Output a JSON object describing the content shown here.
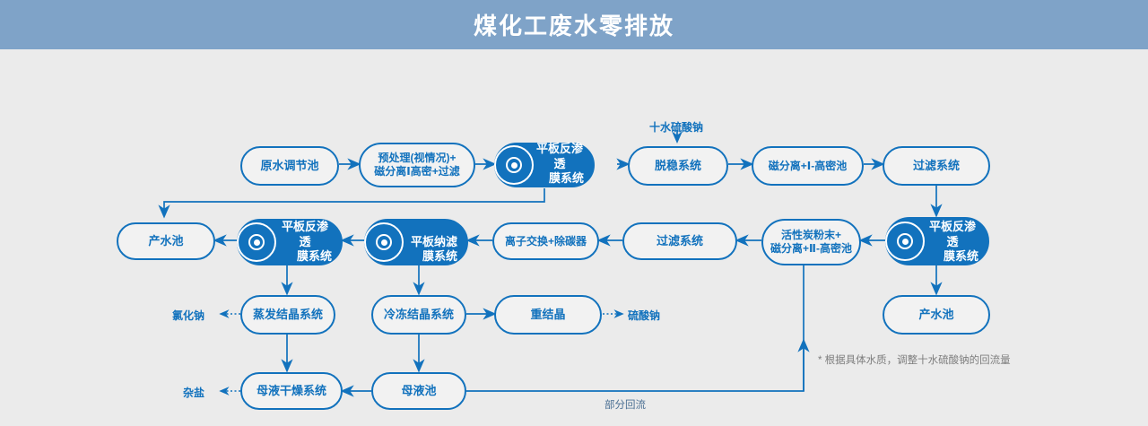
{
  "header": {
    "title": "煤化工废水零排放",
    "bg": "#7fa3c8"
  },
  "theme": {
    "accent": "#1272bd",
    "canvas_bg": "#ebebeb",
    "node_bg": "#f2f2f2",
    "note_gray": "#7d7d7d"
  },
  "diagram": {
    "type": "process-flowchart",
    "nodes": [
      {
        "id": "n1",
        "label": "原水调节池",
        "style": "outline"
      },
      {
        "id": "n2",
        "label": "预处理(视情况)+\n磁分离Ⅰ高密+过滤",
        "line1": "预处理(视情况)+",
        "line2": "磁分离Ⅰ高密+过滤",
        "style": "outline"
      },
      {
        "id": "n3",
        "label": "平板反渗透\n膜系统",
        "line1": "平板反渗透",
        "line2": "膜系统",
        "style": "filled",
        "icon": "membrane-disc-icon"
      },
      {
        "id": "n4",
        "label": "脱稳系统",
        "style": "outline"
      },
      {
        "id": "n5",
        "label": "磁分离+Ⅰ-高密池",
        "style": "outline"
      },
      {
        "id": "n6",
        "label": "过滤系统",
        "style": "outline"
      },
      {
        "id": "n7",
        "label": "平板反渗透\n膜系统",
        "line1": "平板反渗透",
        "line2": "膜系统",
        "style": "filled",
        "icon": "membrane-disc-icon"
      },
      {
        "id": "n8",
        "label": "活性炭粉末+\n磁分离+Ⅱ-高密池",
        "line1": "活性炭粉末+",
        "line2": "磁分离+Ⅱ-高密池",
        "style": "outline"
      },
      {
        "id": "n9",
        "label": "过滤系统",
        "style": "outline"
      },
      {
        "id": "n10",
        "label": "离子交换+除碳器",
        "style": "outline"
      },
      {
        "id": "n11",
        "label": "平板纳滤\n膜系统",
        "line1": "平板纳滤",
        "line2": "膜系统",
        "style": "filled",
        "icon": "membrane-disc-icon"
      },
      {
        "id": "n12",
        "label": "平板反渗透\n膜系统",
        "line1": "平板反渗透",
        "line2": "膜系统",
        "style": "filled",
        "icon": "membrane-disc-icon"
      },
      {
        "id": "n13",
        "label": "产水池",
        "style": "outline"
      },
      {
        "id": "n14",
        "label": "产水池",
        "style": "outline"
      },
      {
        "id": "n15",
        "label": "蒸发结晶系统",
        "style": "outline"
      },
      {
        "id": "n16",
        "label": "冷冻结晶系统",
        "style": "outline"
      },
      {
        "id": "n17",
        "label": "重结晶",
        "style": "outline"
      },
      {
        "id": "n18",
        "label": "母液干燥系统",
        "style": "outline"
      },
      {
        "id": "n19",
        "label": "母液池",
        "style": "outline"
      }
    ],
    "flow_labels": {
      "input_chem": "十水硫酸钠",
      "out_nacl": "氯化钠",
      "out_na2so4": "硫酸钠",
      "out_mixed_salt": "杂盐",
      "partial_return": "部分回流"
    },
    "footnote": "* 根据具体水质，调整十水硫酸钠的回流量"
  }
}
